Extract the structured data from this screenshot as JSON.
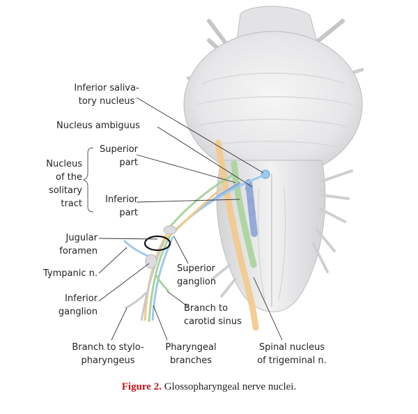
{
  "labels": {
    "inferior_salivatory": "Inferior saliva-\ntory nucleus",
    "nucleus_ambiguus": "Nucleus ambiguus",
    "solitary_tract": "Nucleus\nof the\nsolitary\ntract",
    "superior_part": "Superior\npart",
    "inferior_part": "Inferior\npart",
    "jugular_foramen": "Jugular\nforamen",
    "tympanic_n": "Tympanic n.",
    "inferior_ganglion": "Inferior\nganglion",
    "superior_ganglion": "Superior\nganglion",
    "branch_carotid": "Branch to\ncarotid sinus",
    "branch_stylo": "Branch to stylo-\npharyngeus",
    "pharyngeal": "Pharyngeal\nbranches",
    "spinal_nucleus": "Spinal nucleus\nof trigeminal n."
  },
  "caption": {
    "figure": "Figure 2.",
    "text": "Glossopharyngeal nerve nuclei."
  },
  "colors": {
    "brainstem": "#e9e9ea",
    "nucleus_solitary": "#a9d49a",
    "nucleus_ambiguus": "#8fa6d6",
    "spinal_trigeminal": "#f3c98a",
    "salivatory": "#9cc9ec",
    "caption_red": "#c0141c"
  }
}
